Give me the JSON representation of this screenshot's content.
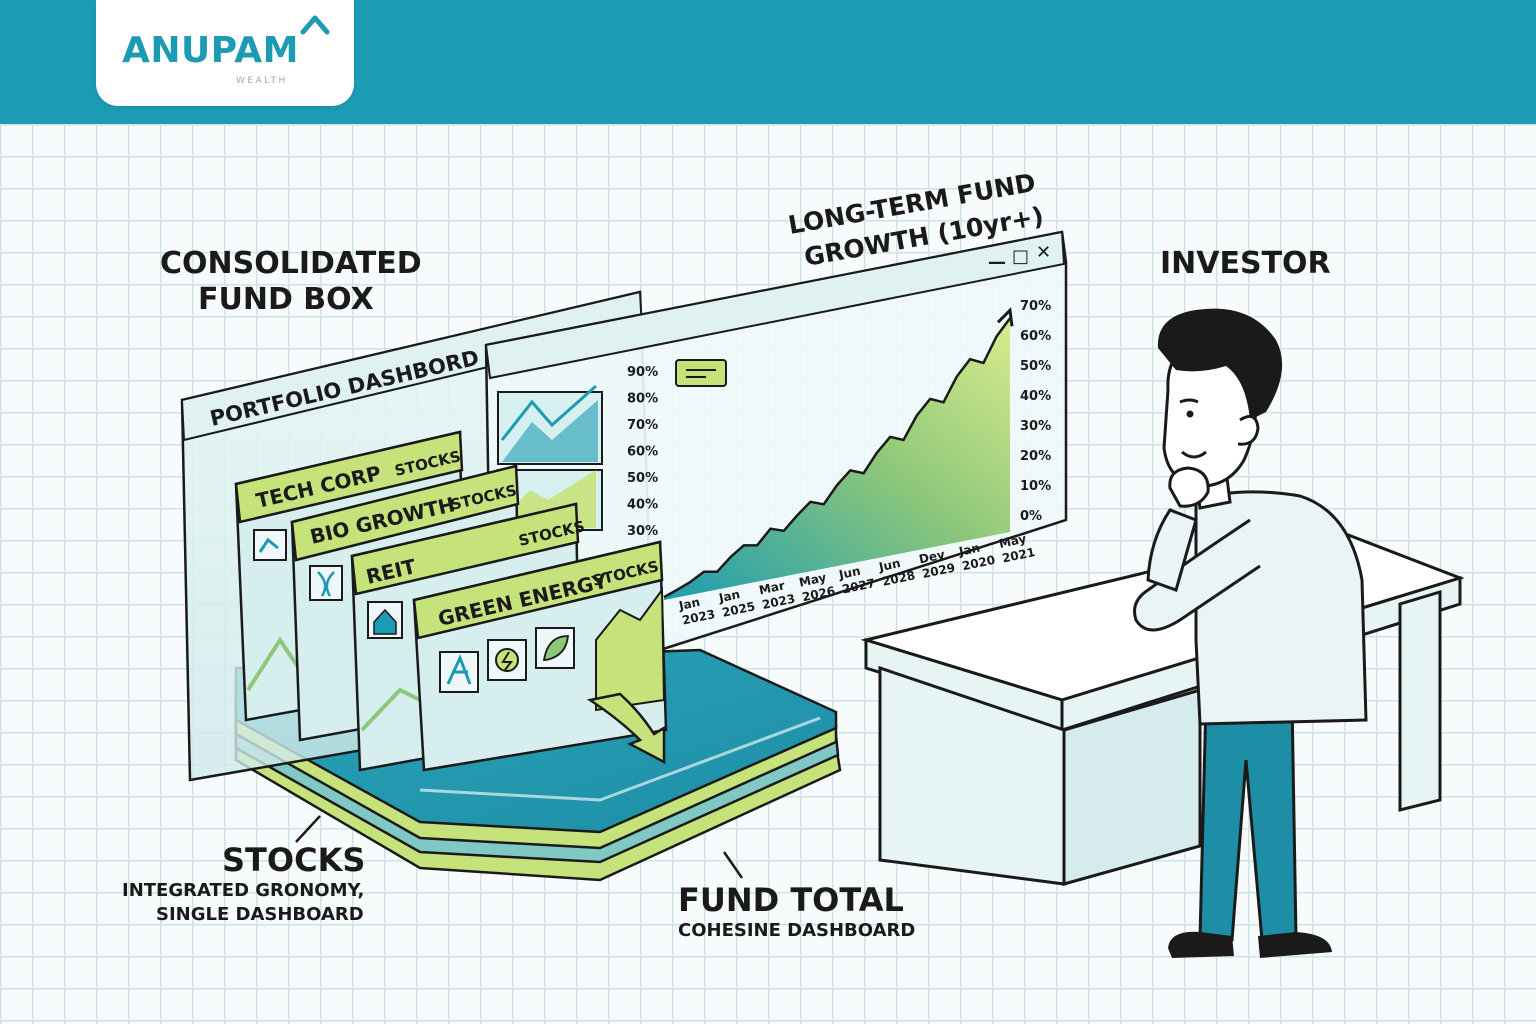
{
  "brand": {
    "name": "ANUPAM",
    "sub": "WEALTH"
  },
  "labels": {
    "consolidated_line1": "CONSOLIDATED",
    "consolidated_line2": "FUND BOX",
    "longterm_line1": "LONG-TERM FUND",
    "longterm_line2": "GROWTH (10yr+)",
    "investor": "INVESTOR",
    "stocks": "STOCKS",
    "stocks_sub1": "INTEGRATED GRONOMY,",
    "stocks_sub2": "SINGLE DASHBOARD",
    "fund_total": "FUND TOTAL",
    "fund_total_sub": "COHESINE DASHBOARD"
  },
  "dashboard": {
    "title": "PORTFOLIO DASHBORD"
  },
  "cards": [
    {
      "name": "TECH CORP",
      "tag": "STOCKS"
    },
    {
      "name": "BIO GROWTH",
      "tag": "STOCKS"
    },
    {
      "name": "REIT",
      "tag": "STOCKS"
    },
    {
      "name": "GREEN ENERGY",
      "tag": "STOCKS"
    }
  ],
  "growth_window": {
    "minimize": "—",
    "maximize": "□",
    "close": "✕"
  },
  "chart_data": {
    "type": "area",
    "left_ticks": [
      "90%",
      "80%",
      "70%",
      "60%",
      "50%",
      "40%",
      "30%"
    ],
    "right_ticks": [
      "70%",
      "60%",
      "50%",
      "40%",
      "30%",
      "20%",
      "10%",
      "0%"
    ],
    "x_ticks": [
      {
        "m": "Jan",
        "y": "2023"
      },
      {
        "m": "Jan",
        "y": "2025"
      },
      {
        "m": "Mar",
        "y": "2023"
      },
      {
        "m": "May",
        "y": "2026"
      },
      {
        "m": "Jun",
        "y": "2027"
      },
      {
        "m": "Jun",
        "y": "2028"
      },
      {
        "m": "Dev",
        "y": "2029"
      },
      {
        "m": "Jan",
        "y": "2020"
      },
      {
        "m": "May",
        "y": "2021"
      }
    ],
    "values": [
      2,
      5,
      8,
      12,
      10,
      16,
      20,
      18,
      24,
      21,
      26,
      30,
      27,
      33,
      37,
      34,
      40,
      44,
      41,
      48,
      52,
      49,
      56,
      60,
      57,
      64,
      68
    ],
    "ylim": [
      0,
      70
    ]
  },
  "colors": {
    "teal": "#1d9bb3",
    "lime": "#c6e27a",
    "ink": "#1a1a1a",
    "green": "#4fae5a"
  }
}
